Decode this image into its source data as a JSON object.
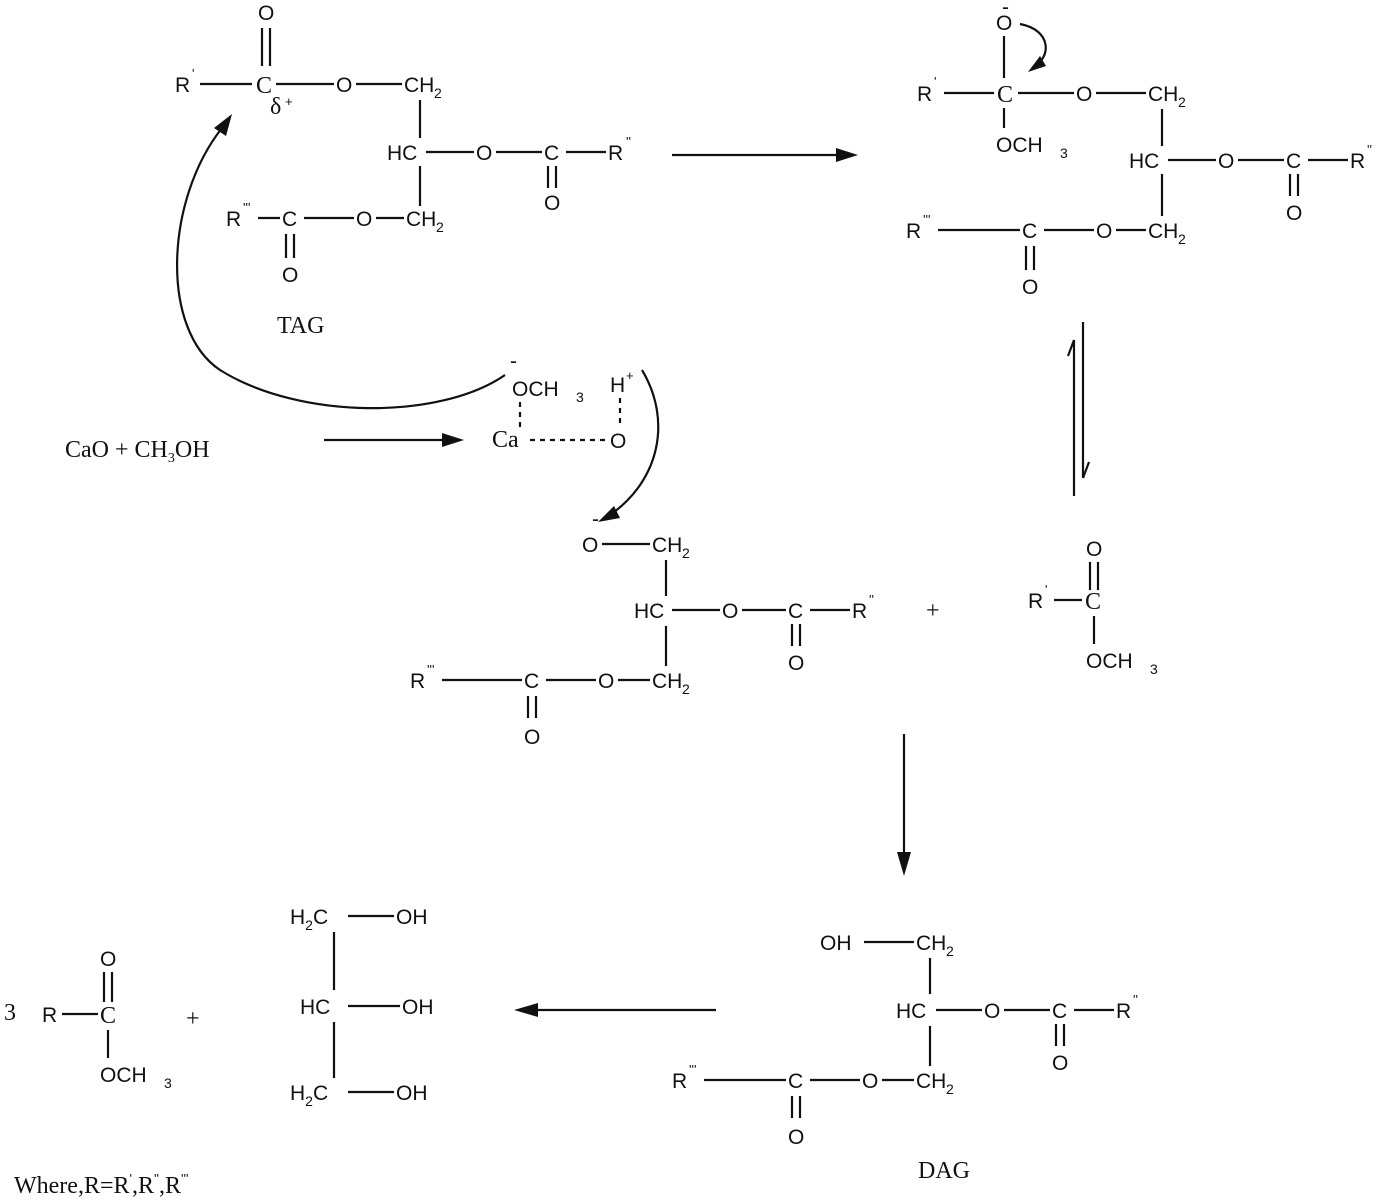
{
  "labels": {
    "tag": "TAG",
    "dag": "DAG",
    "reactants": "CaO  +  CH",
    "reactants_sub": "3",
    "reactants_tail": "OH",
    "where": "Where,R=R",
    "where_mid1": ",R",
    "where_mid2": ",R",
    "plus": "+",
    "coef": "3",
    "delta": "δ",
    "ca": "Ca",
    "c_serif": "C",
    "h_plus": "H"
  },
  "atoms": {
    "o": "O",
    "c": "C",
    "r": "R",
    "hc": "HC",
    "och3": "OCH",
    "ch2": "CH",
    "oh": "OH",
    "h2c": "H",
    "h2c_tail": "C",
    "sub2": "2",
    "sub3": "3",
    "prime1": "'",
    "prime2": "''",
    "prime3": "'''",
    "minus": "-",
    "plus_sup": "+"
  }
}
